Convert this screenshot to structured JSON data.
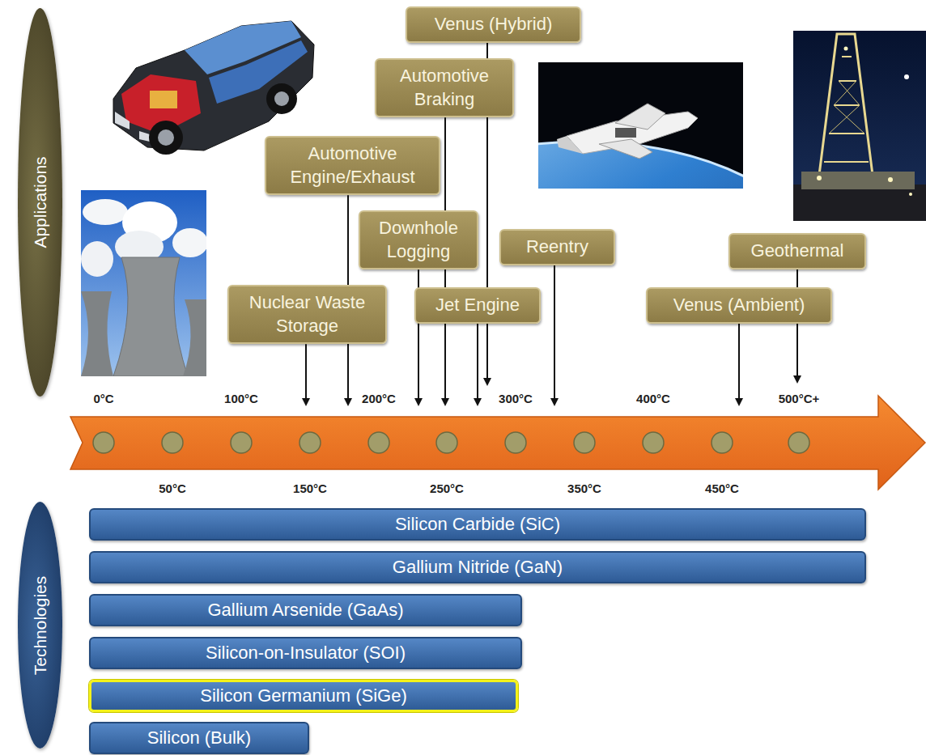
{
  "diagram": {
    "nodes": [
      {
        "text": [
          "Applications"
        ]
      },
      {
        "text": [
          "Venus (Hybrid)"
        ]
      },
      {
        "text": [
          "Automotive Braking"
        ]
      },
      {
        "text": [
          "Automotive Engine/Exhaust"
        ]
      },
      {
        "text": [
          "Downhole Logging"
        ]
      },
      {
        "text": [
          "Reentry"
        ]
      },
      {
        "text": [
          "Geothermal"
        ]
      },
      {
        "text": [
          "Nuclear Waste Storage"
        ]
      },
      {
        "text": [
          "Jet Engine"
        ]
      },
      {
        "text": [
          "Venus (Ambient)"
        ]
      },
      {
        "text": [
          "Technologies"
        ]
      },
      {
        "text": [
          "Silicon Carbide (SiC)"
        ]
      },
      {
        "text": [
          "Gallium Nitride (GaN)"
        ]
      },
      {
        "text": [
          "Gallium Arsenide (GaAs)"
        ]
      },
      {
        "text": [
          "Silicon-on-Insulator (SOI)"
        ]
      },
      {
        "text": [
          "Silicon Germanium (SiGe)"
        ]
      },
      {
        "text": [
          "Silicon (Bulk)"
        ]
      }
    ],
    "labels": [
      "0°C",
      "100°C",
      "200°C",
      "300°C",
      "400°C",
      "500°C+",
      "50°C",
      "150°C",
      "250°C",
      "350°C",
      "450°C"
    ]
  }
}
